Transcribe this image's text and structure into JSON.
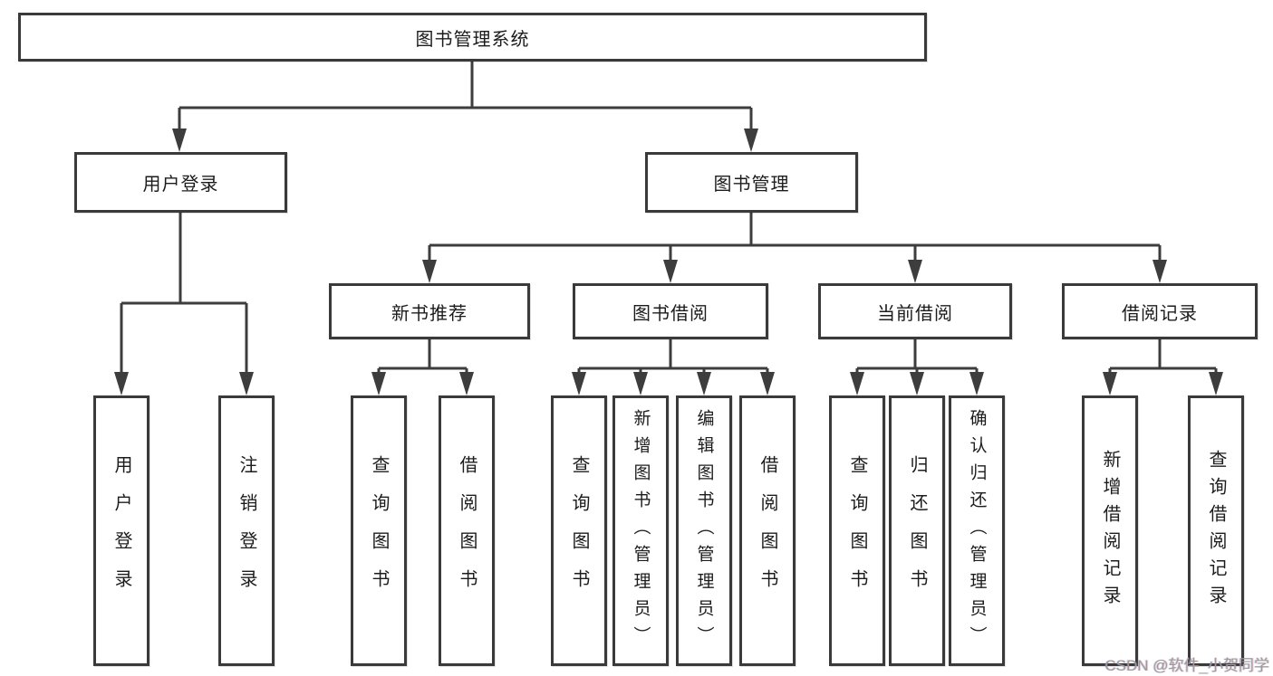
{
  "diagram_title": "图书管理系统",
  "nodes": {
    "root": {
      "label": "图书管理系统"
    },
    "branches": [
      {
        "id": "user-login",
        "label": "用户登录",
        "children": [
          "用户登录",
          "注销登录"
        ]
      },
      {
        "id": "book-management",
        "label": "图书管理",
        "sections": [
          {
            "id": "new-book-recommend",
            "label": "新书推荐",
            "children": [
              "查询图书",
              "借阅图书"
            ]
          },
          {
            "id": "book-borrowing",
            "label": "图书借阅",
            "children": [
              "查询图书",
              "新增图书（管理员）",
              "编辑图书（管理员）",
              "借阅图书"
            ]
          },
          {
            "id": "current-borrowing",
            "label": "当前借阅",
            "children": [
              "查询图书",
              "归还图书",
              "确认归还（管理员）"
            ]
          },
          {
            "id": "borrowing-records",
            "label": "借阅记录",
            "children": [
              "新增借阅记录",
              "查询借阅记录"
            ]
          }
        ]
      }
    ]
  },
  "watermark": "CSDN @软件_小贺同学",
  "colors": {
    "line": "#3d3d3d",
    "box_border": "#3a3a3a",
    "text": "#1c1c1c",
    "watermark_text": "#9b9b9b",
    "background": "#ffffff"
  }
}
